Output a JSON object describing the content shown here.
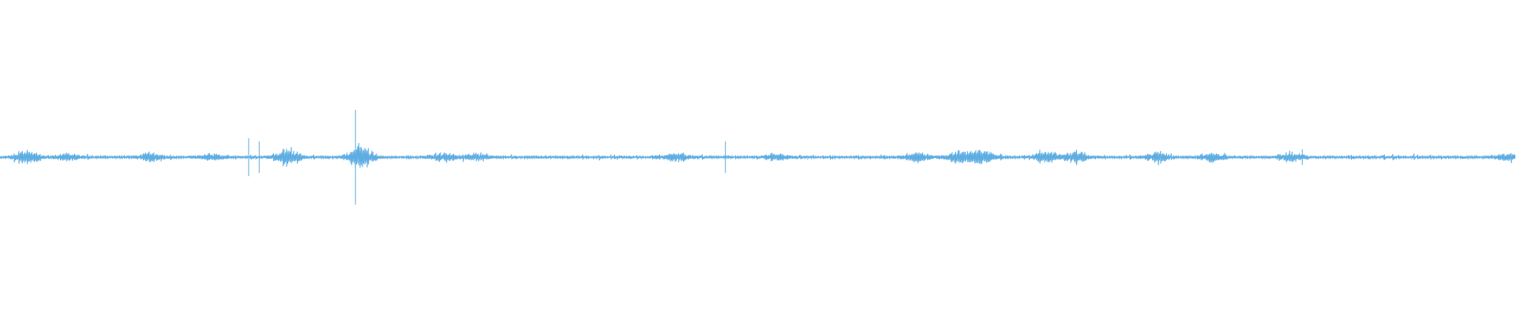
{
  "waveform": {
    "color": "#5DADE2",
    "background": "#ffffff",
    "amplitude_range": [
      -1,
      1
    ],
    "spikes": [
      {
        "position": 0.2345,
        "amplitude": 0.3
      },
      {
        "position": 0.164,
        "amplitude": 0.12
      },
      {
        "position": 0.171,
        "amplitude": 0.1
      },
      {
        "position": 0.4785,
        "amplitude": 0.1
      },
      {
        "position": 0.859,
        "amplitude": 0.05
      }
    ],
    "bursts": [
      {
        "position": 0.018,
        "amplitude": 0.05
      },
      {
        "position": 0.045,
        "amplitude": 0.03
      },
      {
        "position": 0.1,
        "amplitude": 0.03
      },
      {
        "position": 0.14,
        "amplitude": 0.025
      },
      {
        "position": 0.19,
        "amplitude": 0.07
      },
      {
        "position": 0.238,
        "amplitude": 0.09
      },
      {
        "position": 0.292,
        "amplitude": 0.035
      },
      {
        "position": 0.315,
        "amplitude": 0.03
      },
      {
        "position": 0.447,
        "amplitude": 0.035
      },
      {
        "position": 0.512,
        "amplitude": 0.03
      },
      {
        "position": 0.605,
        "amplitude": 0.04
      },
      {
        "position": 0.633,
        "amplitude": 0.045
      },
      {
        "position": 0.648,
        "amplitude": 0.05
      },
      {
        "position": 0.69,
        "amplitude": 0.04
      },
      {
        "position": 0.71,
        "amplitude": 0.045
      },
      {
        "position": 0.764,
        "amplitude": 0.035
      },
      {
        "position": 0.8,
        "amplitude": 0.035
      },
      {
        "position": 0.852,
        "amplitude": 0.035
      },
      {
        "position": 0.995,
        "amplitude": 0.03
      }
    ]
  }
}
